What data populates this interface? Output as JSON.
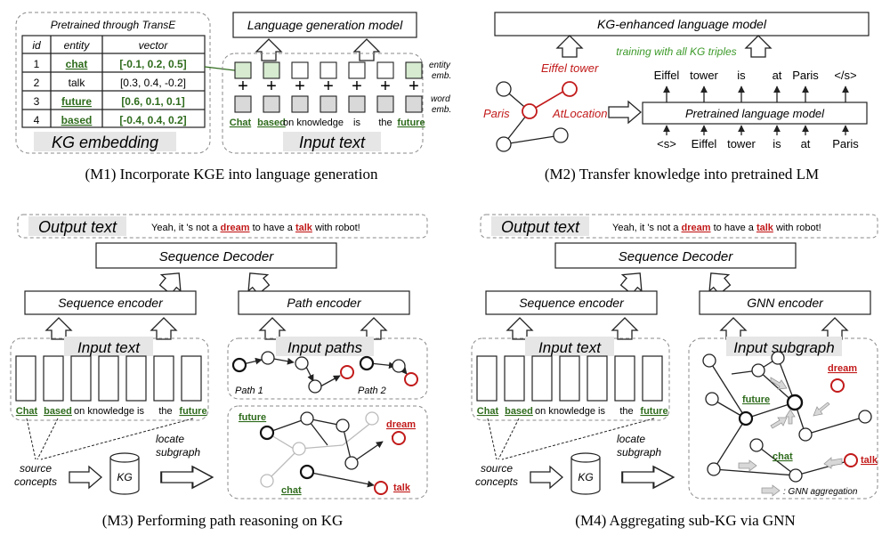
{
  "m1": {
    "caption": "(M1) Incorporate KGE into language generation",
    "table_title": "Pretrained through TransE",
    "headers": [
      "id",
      "entity",
      "vector"
    ],
    "rows": [
      {
        "id": "1",
        "entity": "chat",
        "vector": "[-0.1, 0.2, 0.5]"
      },
      {
        "id": "2",
        "entity": "talk",
        "vector": "[0.3, 0.4, -0.2]"
      },
      {
        "id": "3",
        "entity": "future",
        "vector": "[0.6, 0.1, 0.1]"
      },
      {
        "id": "4",
        "entity": "based",
        "vector": "[-0.4, 0.4, 0.2]"
      }
    ],
    "kg_embedding": "KG embedding",
    "lang_gen_model": "Language generation model",
    "entity_emb": "entity",
    "entity_emb2": "emb.",
    "word_emb": "word",
    "word_emb2": "emb.",
    "input_words": [
      "Chat",
      "based",
      "on knowledge",
      "is",
      "the",
      "future"
    ],
    "input_text": "Input text"
  },
  "m2": {
    "caption": "(M2) Transfer knowledge into pretrained LM",
    "kg_lm": "KG-enhanced language model",
    "training_note": "training with all KG triples",
    "eiffel_tower": "Eiffel tower",
    "paris": "Paris",
    "atlocation": "AtLocation",
    "pretrained_lm": "Pretrained language model",
    "out_tokens": [
      "Eiffel",
      "tower",
      "is",
      "at",
      "Paris",
      "</s>"
    ],
    "in_tokens": [
      "<s>",
      "Eiffel",
      "tower",
      "is",
      "at",
      "Paris"
    ]
  },
  "m3": {
    "caption": "(M3) Performing path reasoning on KG",
    "output_text_label": "Output text",
    "output_sentence_a": "Yeah, it 's not a ",
    "output_dream": "dream",
    "output_sentence_b": " to have a ",
    "output_talk": "talk",
    "output_sentence_c": " with robot!",
    "seq_decoder": "Sequence Decoder",
    "seq_encoder": "Sequence encoder",
    "path_encoder": "Path encoder",
    "input_text": "Input text",
    "input_paths": "Input paths",
    "path1": "Path 1",
    "path2": "Path 2",
    "future": "future",
    "dream": "dream",
    "chat": "chat",
    "talk": "talk",
    "input_words": [
      "Chat",
      "based",
      "on knowledge",
      "is",
      "the",
      "future"
    ],
    "source": "source",
    "concepts": "concepts",
    "kg": "KG",
    "locate": "locate",
    "subgraph": "subgraph"
  },
  "m4": {
    "caption": "(M4) Aggregating sub-KG via GNN",
    "output_text_label": "Output text",
    "output_sentence_a": "Yeah, it 's not a ",
    "output_dream": "dream",
    "output_sentence_b": " to have a ",
    "output_talk": "talk",
    "output_sentence_c": " with robot!",
    "seq_decoder": "Sequence Decoder",
    "seq_encoder": "Sequence encoder",
    "gnn_encoder": "GNN encoder",
    "input_text": "Input text",
    "input_subgraph": "Input subgraph",
    "future": "future",
    "dream": "dream",
    "chat": "chat",
    "talk": "talk",
    "gnn_aggregation": ": GNN aggregation",
    "input_words": [
      "Chat",
      "based",
      "on knowledge",
      "is",
      "the",
      "future"
    ],
    "source": "source",
    "concepts": "concepts",
    "kg": "KG",
    "locate": "locate",
    "subgraph": "subgraph"
  },
  "colors": {
    "green": "#2e6b1c",
    "red": "#c21a1a",
    "entity_fill": "#d6ebcf",
    "word_fill": "#d9d9d9"
  }
}
